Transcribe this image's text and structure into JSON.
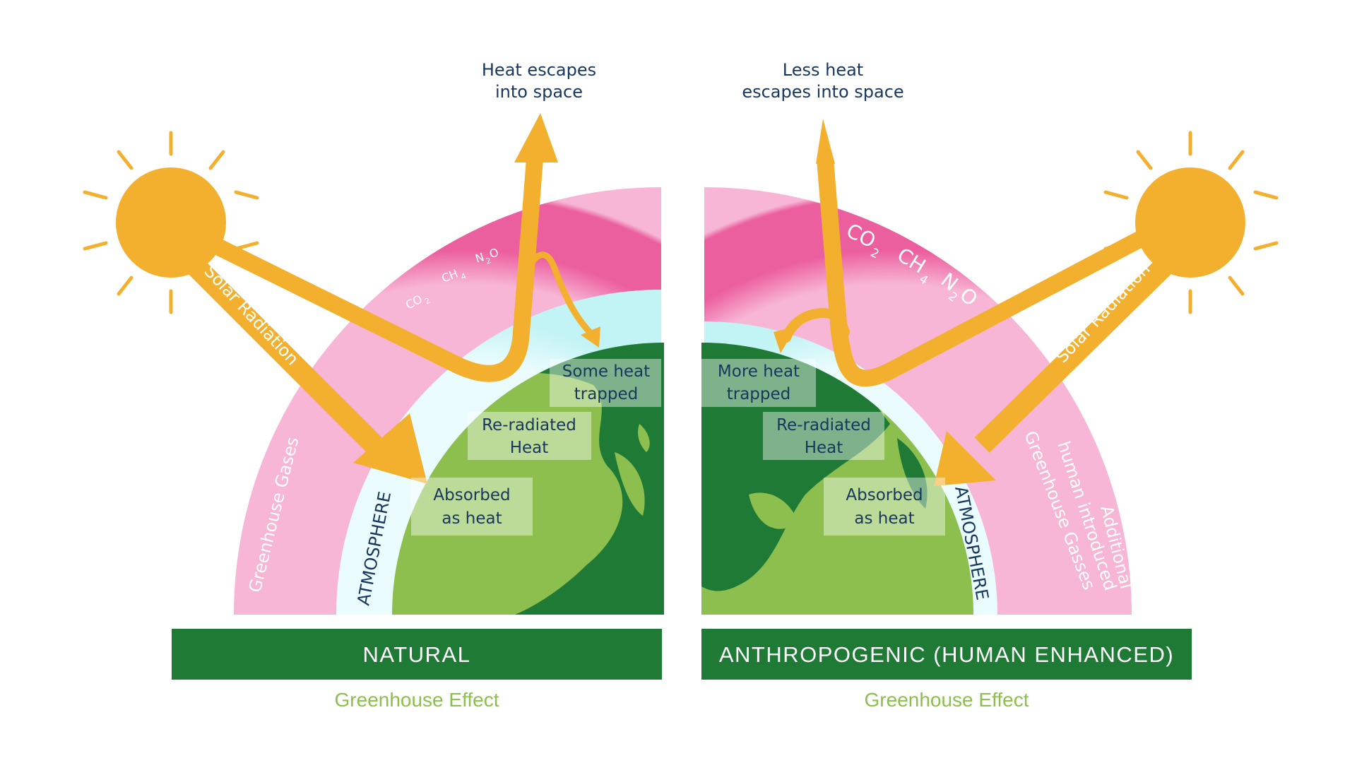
{
  "natural": {
    "band_label": "NATURAL",
    "effect_label": "Greenhouse Effect",
    "escape_label_line1": "Heat escapes",
    "escape_label_line2": "into space",
    "trapped_line1": "Some heat",
    "trapped_line2": "trapped",
    "reradiated_line1": "Re-radiated",
    "reradiated_line2": "Heat",
    "absorbed_line1": "Absorbed",
    "absorbed_line2": "as heat",
    "solar_label": "Solar Radiation",
    "atmosphere_label": "ATMOSPHERE",
    "ghg_label": "Greenhouse Gases",
    "gas_co2": "CO",
    "gas_ch4": "CH",
    "gas_n2o_n": "N",
    "gas_n2o_o": "O",
    "sub_2": "2",
    "sub_4": "4"
  },
  "anthropogenic": {
    "band_label": "ANTHROPOGENIC (HUMAN ENHANCED)",
    "effect_label": "Greenhouse Effect",
    "escape_label_line1": "Less heat",
    "escape_label_line2": "escapes into space",
    "trapped_line1": "More heat",
    "trapped_line2": "trapped",
    "reradiated_line1": "Re-radiated",
    "reradiated_line2": "Heat",
    "absorbed_line1": "Absorbed",
    "absorbed_line2": "as heat",
    "solar_label": "Solar Radiation",
    "atmosphere_label": "ATMOSPHERE",
    "ghg_line1": "Additional",
    "ghg_line2": "human introduced",
    "ghg_line3": "Greenhouse Gasses",
    "gas_co2": "CO",
    "gas_ch4": "CH",
    "gas_n2o_n": "N",
    "gas_n2o_o": "O",
    "sub_2": "2",
    "sub_4": "4"
  },
  "colors": {
    "sun": "#f3b02e",
    "arrow": "#f3b02e",
    "ghg_layer": "#ec5f9e",
    "atmosphere": "#c2f3f5",
    "ocean": "#1f7a36",
    "land": "#8cbf4e",
    "band": "#1f7a36",
    "effect_text": "#8cbf4e",
    "label_text": "#17375e"
  }
}
